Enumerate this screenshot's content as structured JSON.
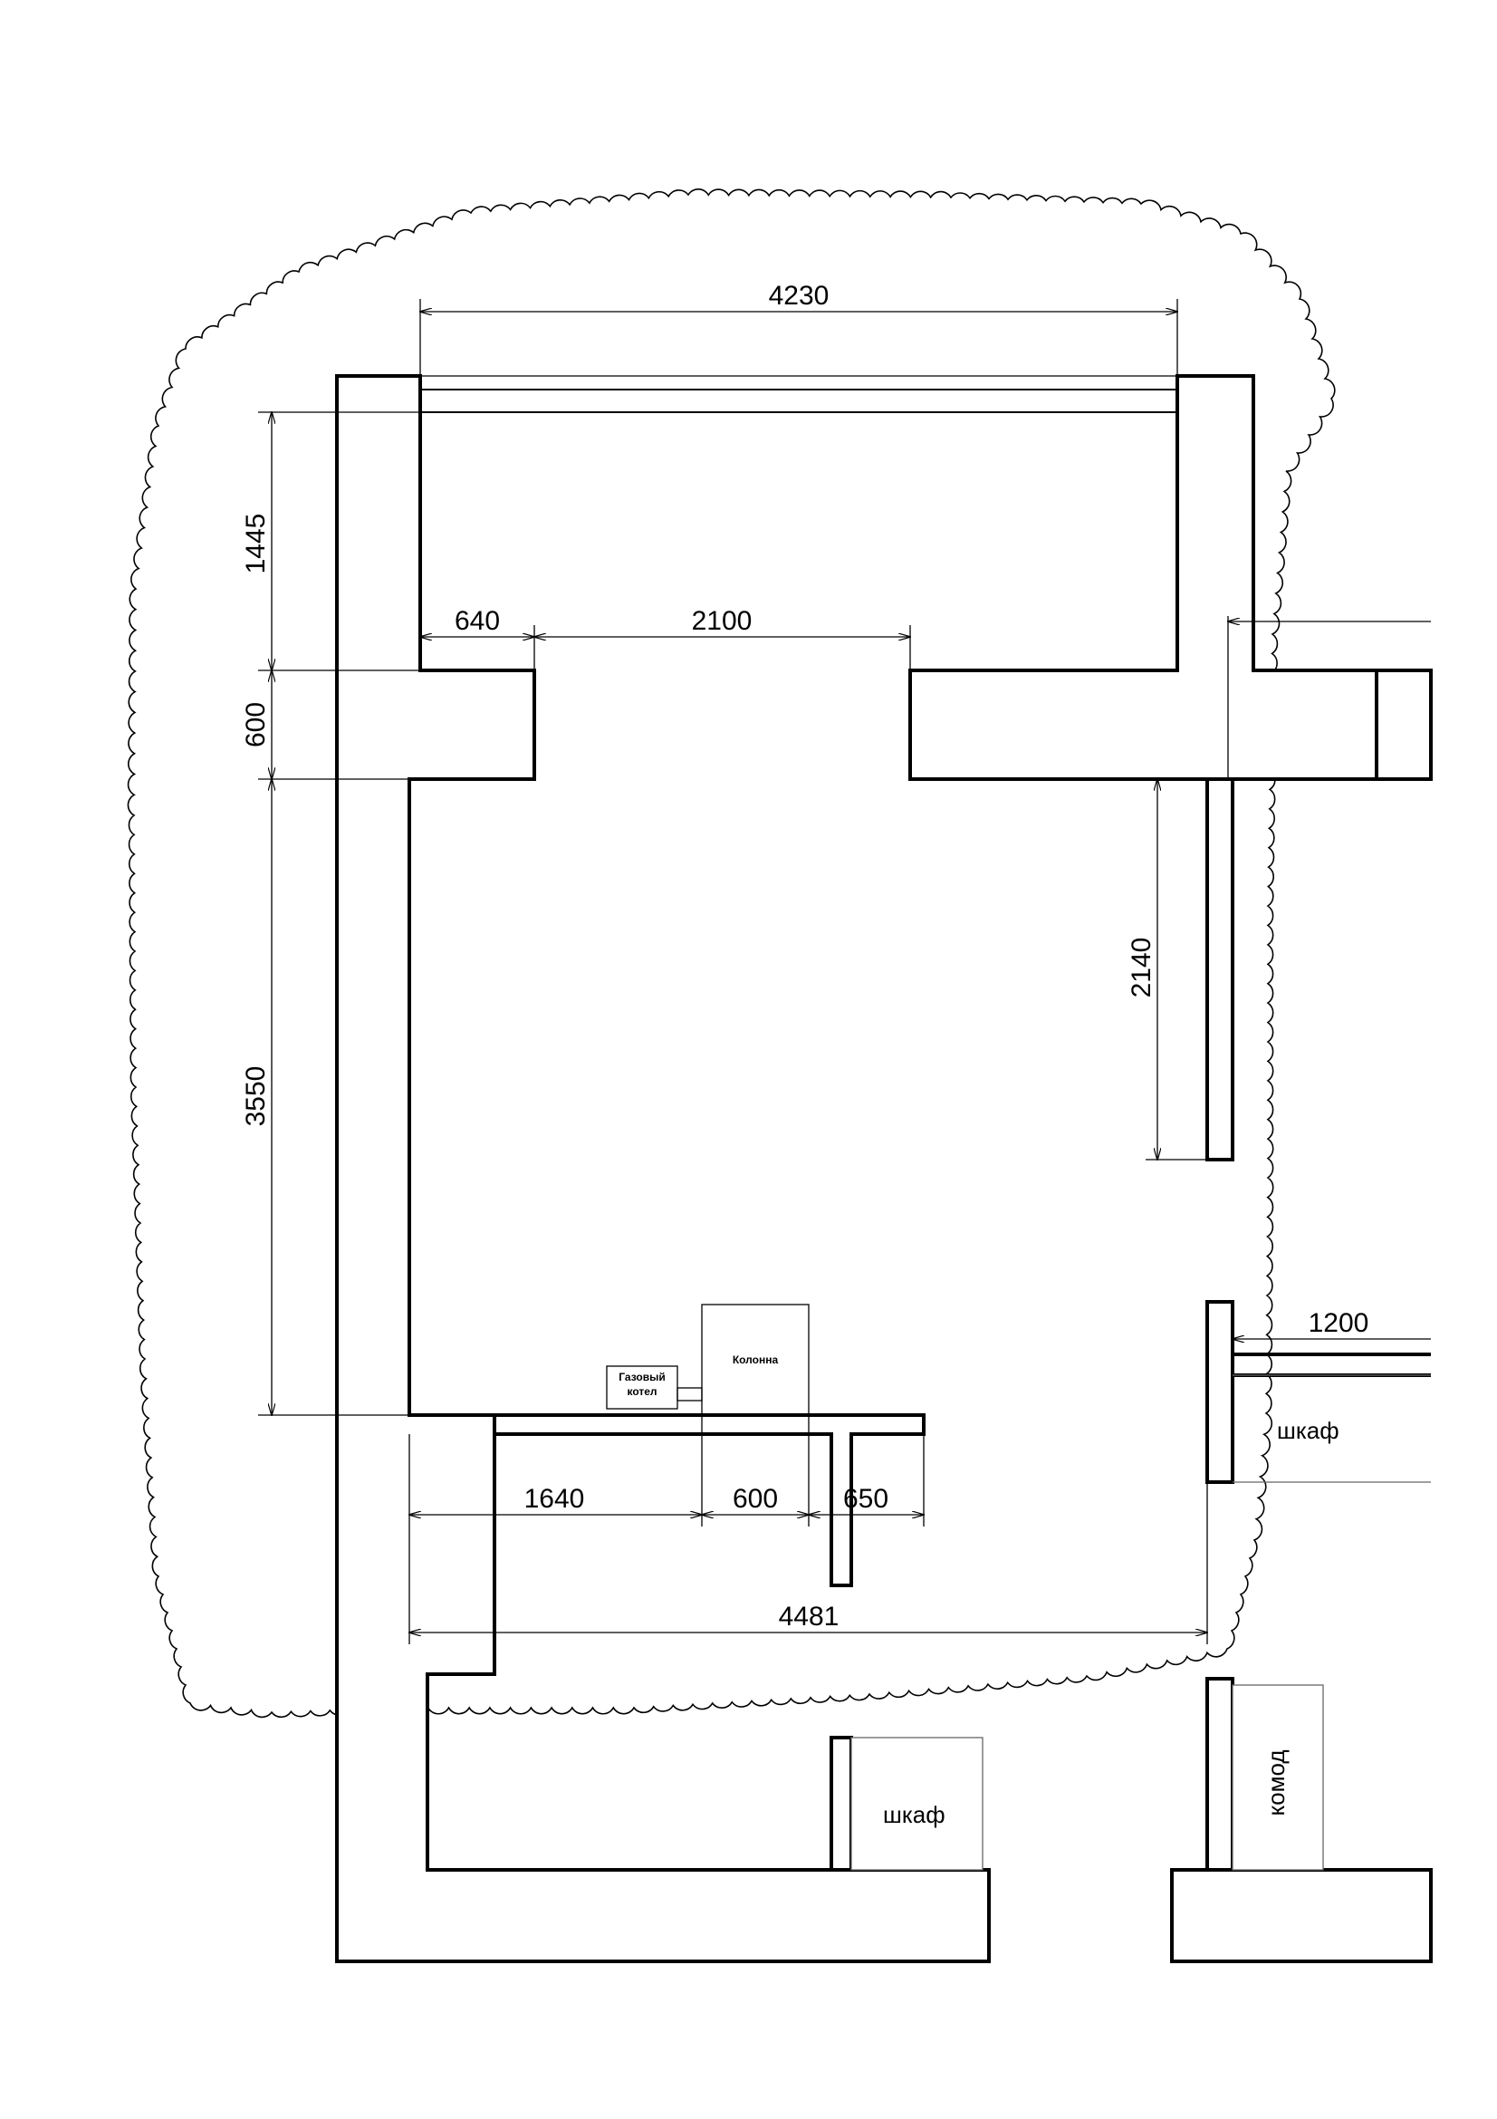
{
  "dimensions": {
    "top_width": "4230",
    "left_upper": "1445",
    "left_wall": "600",
    "left_lower": "3550",
    "wall_segment": "640",
    "opening": "2100",
    "right_wall": "2140",
    "right_short": "1200",
    "bottom_a": "1640",
    "bottom_b": "600",
    "bottom_c": "650",
    "bottom_total": "4481"
  },
  "labels": {
    "gas_boiler_line1": "Газовый",
    "gas_boiler_line2": "котел",
    "column": "Колонна",
    "wardrobe_right": "шкаф",
    "wardrobe_bottom": "шкаф",
    "dresser": "комод"
  }
}
